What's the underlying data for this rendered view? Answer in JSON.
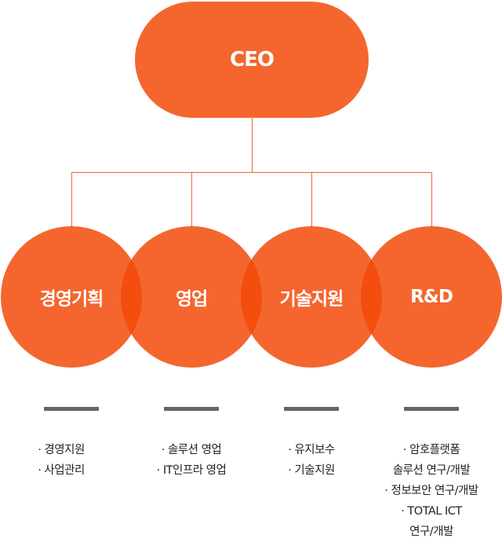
{
  "ceo": {
    "label": "CEO"
  },
  "colors": {
    "primary": "#f4662e",
    "overlap": "#f04e0c",
    "bar": "#666666"
  },
  "departments": [
    {
      "label": "경영기획",
      "items": [
        "· 경영지원",
        "· 사업관리"
      ]
    },
    {
      "label": "영업",
      "items": [
        "· 솔루션 영업",
        "· IT인프라 영업"
      ]
    },
    {
      "label": "기술지원",
      "items": [
        "· 유지보수",
        "· 기술지원"
      ]
    },
    {
      "label": "R&D",
      "items": [
        "· 암호플랫폼",
        "솔루션 연구/개발",
        "· 정보보안 연구/개발",
        "· TOTAL ICT",
        "연구/개발"
      ]
    }
  ]
}
